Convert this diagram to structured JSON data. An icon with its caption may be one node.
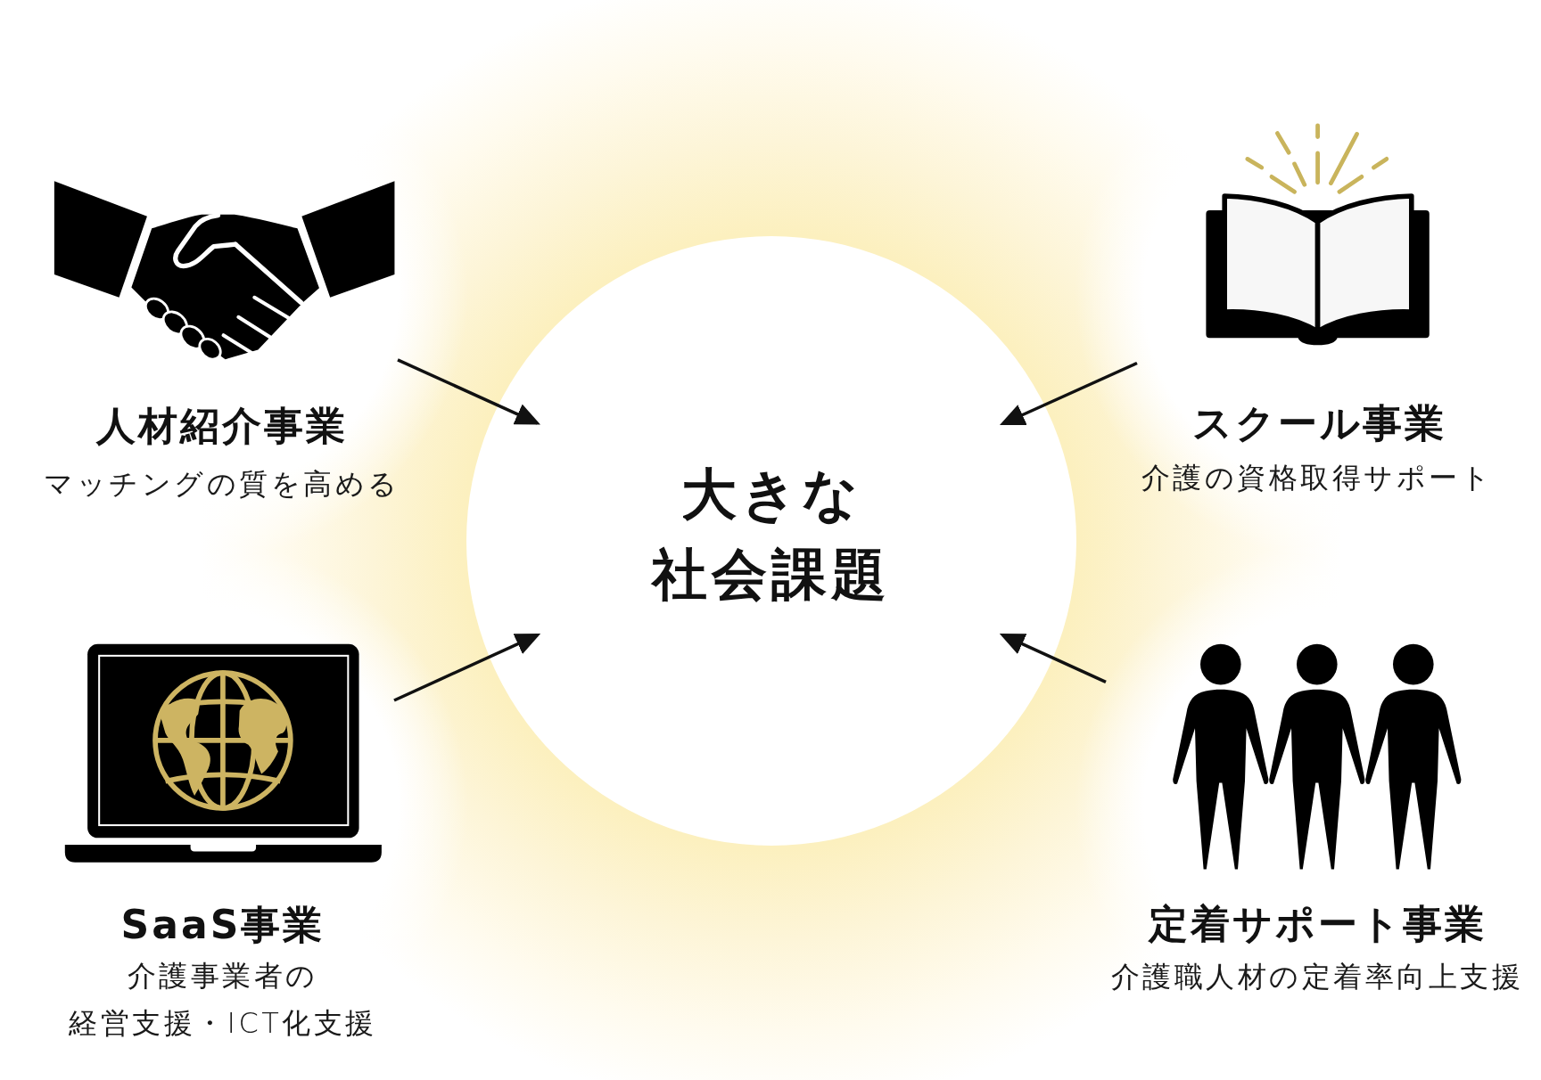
{
  "diagram": {
    "nodes": [
      {
        "text": [
          "人材紹介事業",
          "マッチングの質を高める"
        ]
      },
      {
        "text": [
          "スクール事業",
          "介護の資格取得サポート"
        ]
      },
      {
        "text": [
          "大きな社会課題"
        ]
      },
      {
        "text": [
          "SaaS事業",
          "介護事業者の経営支援・ICT化支援"
        ]
      },
      {
        "text": [
          "定着サポート事業",
          "介護職人材の定着率向上支援"
        ]
      }
    ],
    "edges": [
      {
        "from": 0,
        "to": 2,
        "arrow": "to"
      },
      {
        "from": 1,
        "to": 2,
        "arrow": "to"
      },
      {
        "from": 3,
        "to": 2,
        "arrow": "to"
      },
      {
        "from": 4,
        "to": 2,
        "arrow": "to"
      }
    ]
  }
}
